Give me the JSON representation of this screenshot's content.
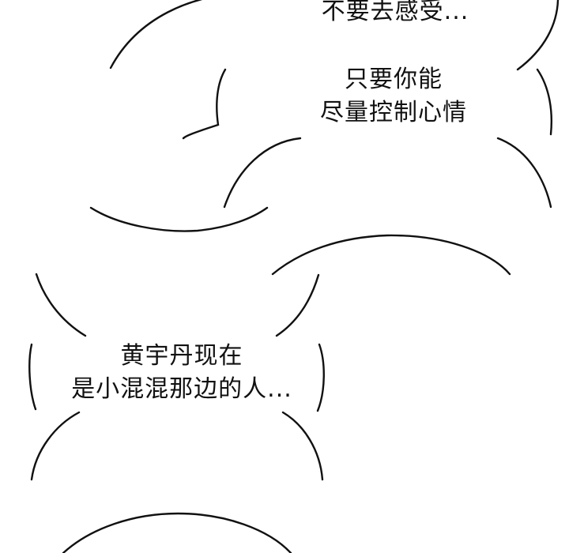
{
  "bubbles": {
    "top": {
      "line1": "不要去感受..."
    },
    "middle": {
      "line1": "只要你能",
      "line2": "尽量控制心情"
    },
    "lower": {
      "line1": "黄宇丹现在",
      "line2": "是小混混那边的人..."
    }
  },
  "colors": {
    "ink": "#111111",
    "paper": "#ffffff"
  }
}
